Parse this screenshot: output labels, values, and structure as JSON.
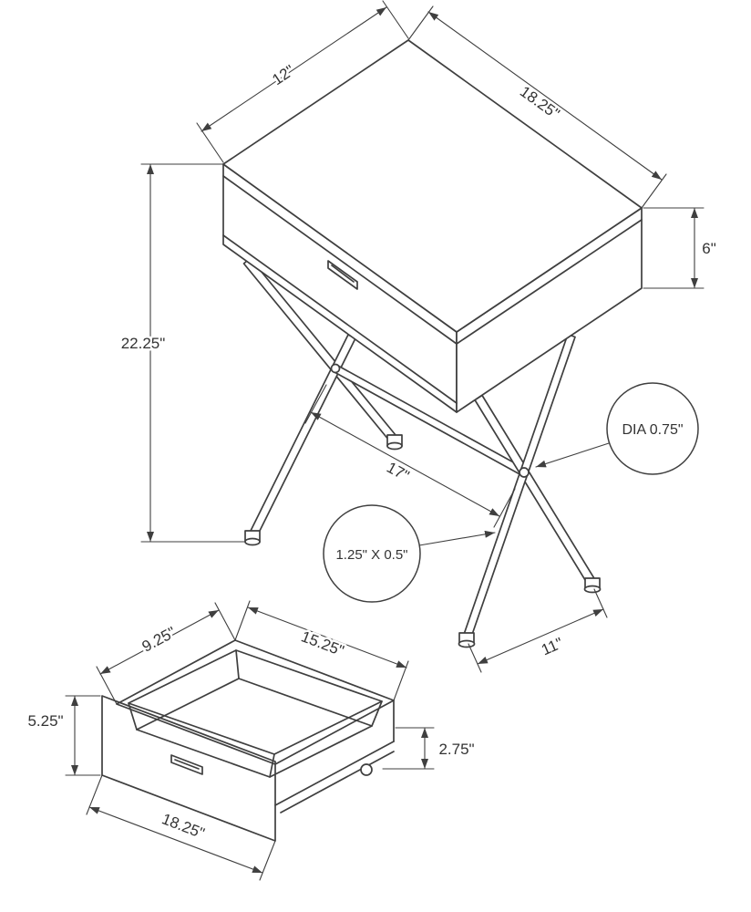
{
  "diagram": {
    "line_color": "#3f3f3f",
    "background_color": "#ffffff"
  },
  "main_view": {
    "top_depth": "12\"",
    "top_width": "18.25\"",
    "drawer_box_height": "6\"",
    "overall_height": "22.25\"",
    "leg_pole_diameter": "DIA 0.75\"",
    "inner_span": "17\"",
    "leg_cross_section": "1.25\" X 0.5\"",
    "foot_spread": "11\""
  },
  "drawer_view": {
    "inner_depth": "9.25\"",
    "inner_width": "15.25\"",
    "front_height": "5.25\"",
    "side_height": "2.75\"",
    "front_width": "18.25\""
  }
}
